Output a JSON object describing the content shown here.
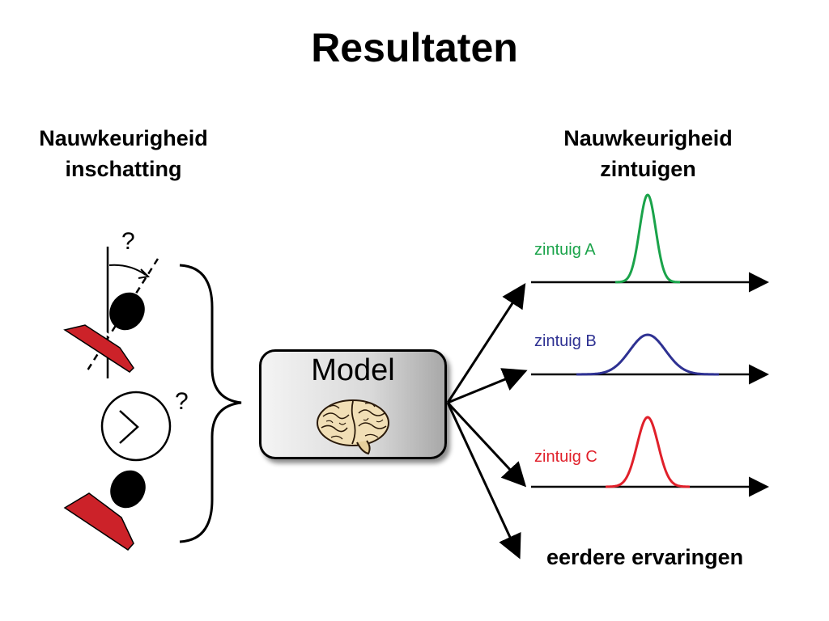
{
  "title": "Resultaten",
  "left_heading": {
    "line1": "Nauwkeurigheid",
    "line2": "inschatting"
  },
  "right_heading": {
    "line1": "Nauwkeurigheid",
    "line2": "zintuigen"
  },
  "model_label": "Model",
  "question_mark": "?",
  "senses": [
    {
      "label": "zintuig A",
      "color": "#1aa34a"
    },
    {
      "label": "zintuig B",
      "color": "#2e3192"
    },
    {
      "label": "zintuig C",
      "color": "#e0202a"
    }
  ],
  "bottom_label": "eerdere ervaringen",
  "icons": {
    "brain": "brain-icon",
    "head_tilted": "tilted-head-icon",
    "head_upright": "upright-head-icon",
    "dial": "dial-icon"
  },
  "colors": {
    "shoulders": "#cc2229",
    "head": "#000000"
  }
}
